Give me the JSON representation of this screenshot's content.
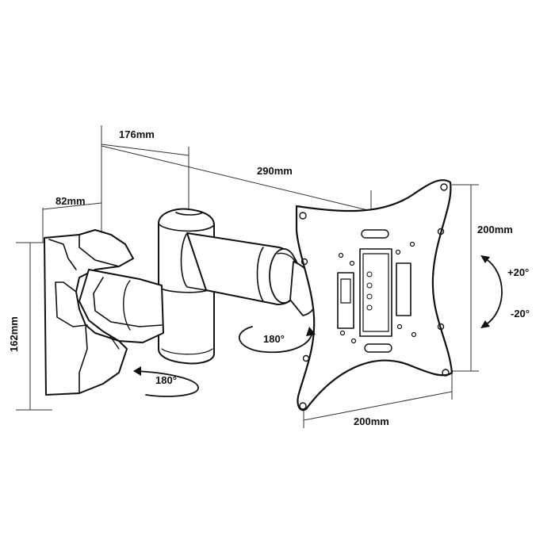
{
  "dimensions": {
    "bracket_depth": "82mm",
    "reach_min": "176mm",
    "reach_max": "290mm",
    "plate_height": "200mm",
    "plate_width": "200mm",
    "wall_plate_height": "162mm"
  },
  "rotation": {
    "tilt_up": "+20°",
    "tilt_down": "-20°",
    "swivel_head": "180°",
    "swivel_wall": "180°"
  }
}
